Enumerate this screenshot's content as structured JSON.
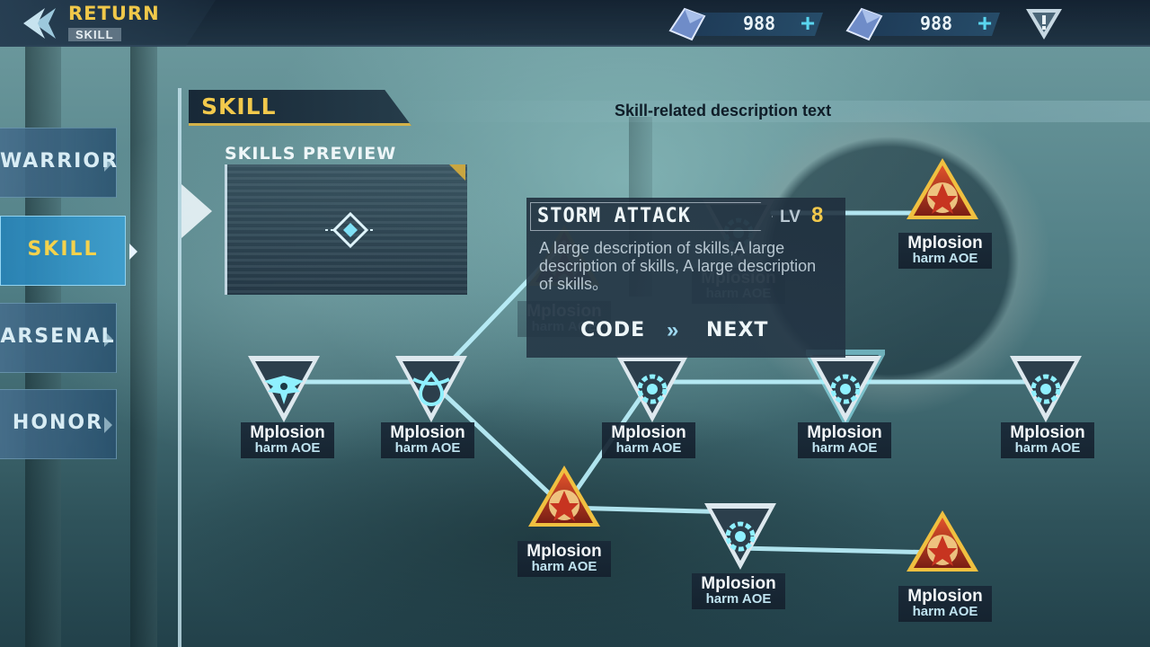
{
  "topbar": {
    "return_label": "RETURN",
    "sub_label": "SKILL",
    "currency": [
      {
        "value": "988",
        "plus": "+",
        "icon": "crystal-icon"
      },
      {
        "value": "988",
        "plus": "+",
        "icon": "crystal-icon"
      }
    ],
    "alert_icon": "alert-icon"
  },
  "sidebar": {
    "items": [
      {
        "label": "WARRIOR",
        "active": false
      },
      {
        "label": "SKILL",
        "active": true
      },
      {
        "label": "ARSENAL",
        "active": false
      },
      {
        "label": "HONOR",
        "active": false
      }
    ]
  },
  "panel": {
    "title": "SKILL",
    "description": "Skill-related description text",
    "preview_title": "SKILLS PREVIEW"
  },
  "tooltip": {
    "name": "STORM ATTACK",
    "lv_label": "LV",
    "lv_value": "8",
    "description": "A large description of skills,A large description of skills,  A large description of skills。",
    "code_label": "CODE",
    "arrows": "»",
    "next_label": "NEXT"
  },
  "skill_nodes": [
    {
      "id": "n1",
      "type": "wing",
      "name": "Mplosion",
      "sub": "harm   AOE"
    },
    {
      "id": "n2",
      "type": "drop",
      "name": "Mplosion",
      "sub": "harm   AOE"
    },
    {
      "id": "n3",
      "type": "gear",
      "name": "Mplosion",
      "sub": "harm   AOE"
    },
    {
      "id": "n4",
      "type": "gear",
      "name": "Mplosion",
      "sub": "harm   AOE",
      "highlight": true
    },
    {
      "id": "n5",
      "type": "gear",
      "name": "Mplosion",
      "sub": "harm   AOE"
    },
    {
      "id": "n6",
      "type": "fire",
      "name": "Mplosion",
      "sub": "harm   AOE"
    },
    {
      "id": "n7",
      "type": "gear",
      "name": "Mplosion",
      "sub": "harm   AOE"
    },
    {
      "id": "n8",
      "type": "fire",
      "name": "Mplosion",
      "sub": "harm   AOE"
    },
    {
      "id": "n9",
      "type": "fire",
      "name": "Mplosion",
      "sub": "harm   AOE"
    },
    {
      "id": "n10",
      "type": "fire",
      "name": "Mplosion",
      "sub": "harm   AOE",
      "faded": true
    },
    {
      "id": "n11",
      "type": "gear",
      "name": "Mplosion",
      "sub": "harm   AOE",
      "faded": true
    }
  ],
  "colors": {
    "accent_gold": "#f2c94c",
    "link_cyan": "#bff4ff",
    "fire_orange": "#d0402a"
  }
}
